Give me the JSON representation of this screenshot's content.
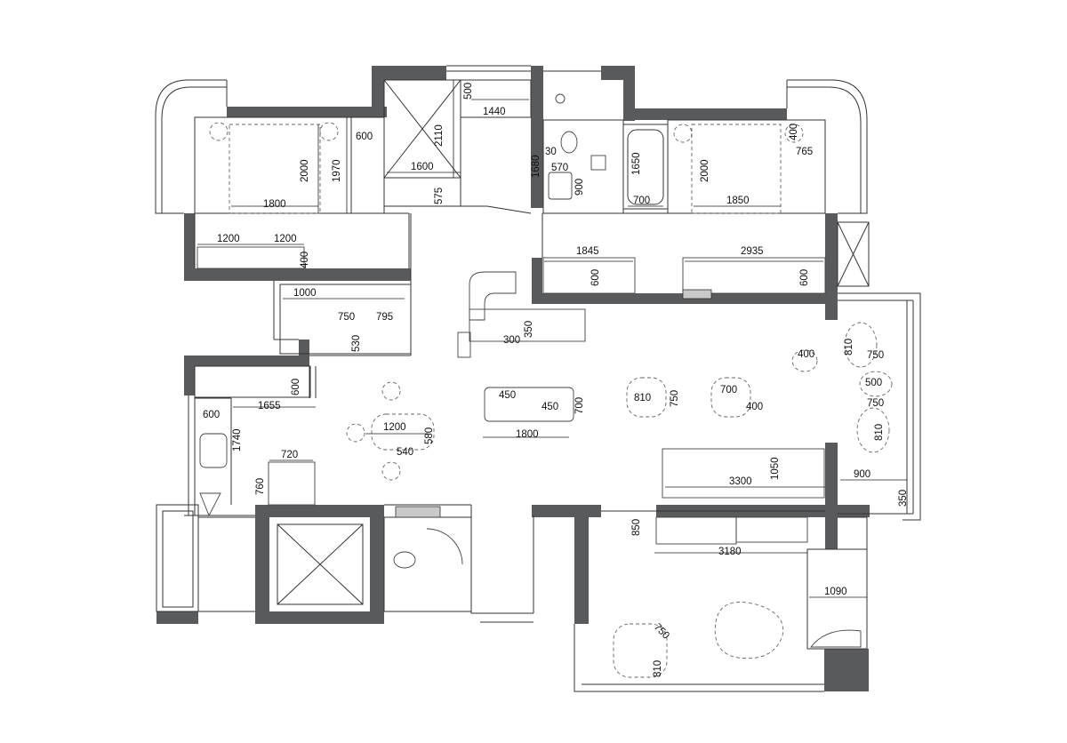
{
  "dimensions": [
    {
      "t": "600"
    },
    {
      "t": "2000"
    },
    {
      "t": "1970"
    },
    {
      "t": "1800"
    },
    {
      "t": "1200"
    },
    {
      "t": "1200"
    },
    {
      "t": "400"
    },
    {
      "t": "2110"
    },
    {
      "t": "1600"
    },
    {
      "t": "575"
    },
    {
      "t": "500"
    },
    {
      "t": "1440"
    },
    {
      "t": "30"
    },
    {
      "t": "1680"
    },
    {
      "t": "570"
    },
    {
      "t": "900"
    },
    {
      "t": "1650"
    },
    {
      "t": "700"
    },
    {
      "t": "2000"
    },
    {
      "t": "1850"
    },
    {
      "t": "400"
    },
    {
      "t": "765"
    },
    {
      "t": "1845"
    },
    {
      "t": "600"
    },
    {
      "t": "2935"
    },
    {
      "t": "600"
    },
    {
      "t": "1000"
    },
    {
      "t": "750"
    },
    {
      "t": "795"
    },
    {
      "t": "530"
    },
    {
      "t": "350"
    },
    {
      "t": "300"
    },
    {
      "t": "600"
    },
    {
      "t": "600"
    },
    {
      "t": "1655"
    },
    {
      "t": "1740"
    },
    {
      "t": "720"
    },
    {
      "t": "760"
    },
    {
      "t": "1200"
    },
    {
      "t": "580"
    },
    {
      "t": "540"
    },
    {
      "t": "450"
    },
    {
      "t": "450"
    },
    {
      "t": "700"
    },
    {
      "t": "1800"
    },
    {
      "t": "810"
    },
    {
      "t": "750"
    },
    {
      "t": "700"
    },
    {
      "t": "400"
    },
    {
      "t": "400"
    },
    {
      "t": "810"
    },
    {
      "t": "750"
    },
    {
      "t": "500"
    },
    {
      "t": "750"
    },
    {
      "t": "810"
    },
    {
      "t": "3300"
    },
    {
      "t": "1050"
    },
    {
      "t": "900"
    },
    {
      "t": "350"
    },
    {
      "t": "850"
    },
    {
      "t": "3180"
    },
    {
      "t": "1090"
    },
    {
      "t": "750"
    },
    {
      "t": "810"
    }
  ]
}
